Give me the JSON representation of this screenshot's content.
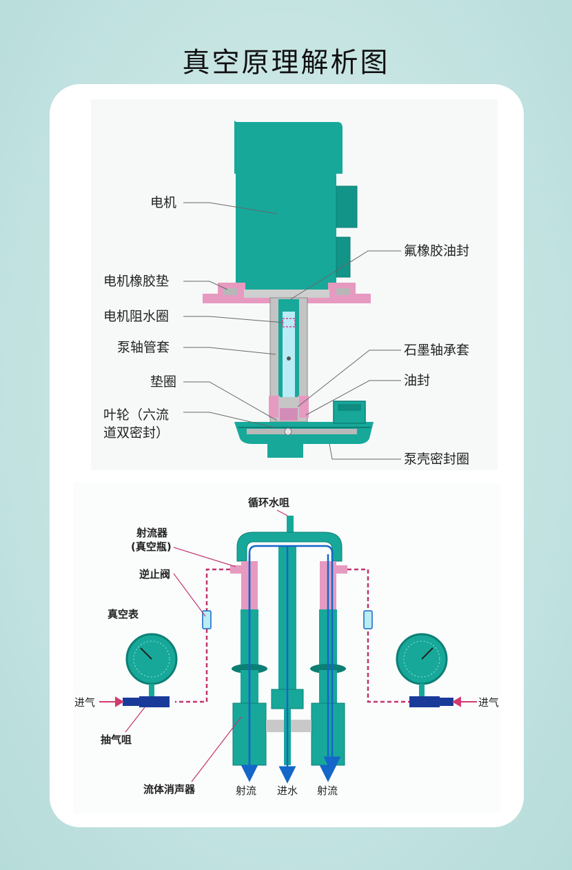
{
  "title": "真空原理解析图",
  "pump_section": {
    "labels": {
      "motor": "电机",
      "motor_rubber_pad": "电机橡胶垫",
      "motor_water_ring": "电机阻水圈",
      "pump_shaft_sleeve": "泵轴管套",
      "washer": "垫圈",
      "impeller_line1": "叶轮（六流",
      "impeller_line2": "道双密封）",
      "fluororubber_oil_seal": "氟橡胶油封",
      "graphite_bearing_sleeve": "石墨轴承套",
      "oil_seal": "油封",
      "pump_case_seal_ring": "泵壳密封圈"
    }
  },
  "vacuum_section": {
    "labels": {
      "circulating_nozzle": "循环水咀",
      "ejector_line1": "射流器",
      "ejector_line2": "(真空瓶)",
      "check_valve": "逆止阀",
      "vacuum_gauge": "真空表",
      "air_in_left": "进气",
      "air_in_right": "进气",
      "suction_nozzle": "抽气咀",
      "fluid_silencer": "流体消声器",
      "jet_left": "射流",
      "water_in": "进水",
      "jet_right": "射流"
    }
  },
  "colors": {
    "pump_teal": "#17a89a",
    "pump_dark": "#0c7f75",
    "pink": "#e79ac0",
    "blue_flow": "#1466c8",
    "dashed_line": "#c2336e",
    "arrow_red": "#d23a6e",
    "navy_nozzle": "#1a3a9a",
    "light_blue": "#b9ecf5"
  },
  "icons": [
    "vacuum-gauge-icon",
    "check-valve-icon",
    "arrow-icon"
  ]
}
